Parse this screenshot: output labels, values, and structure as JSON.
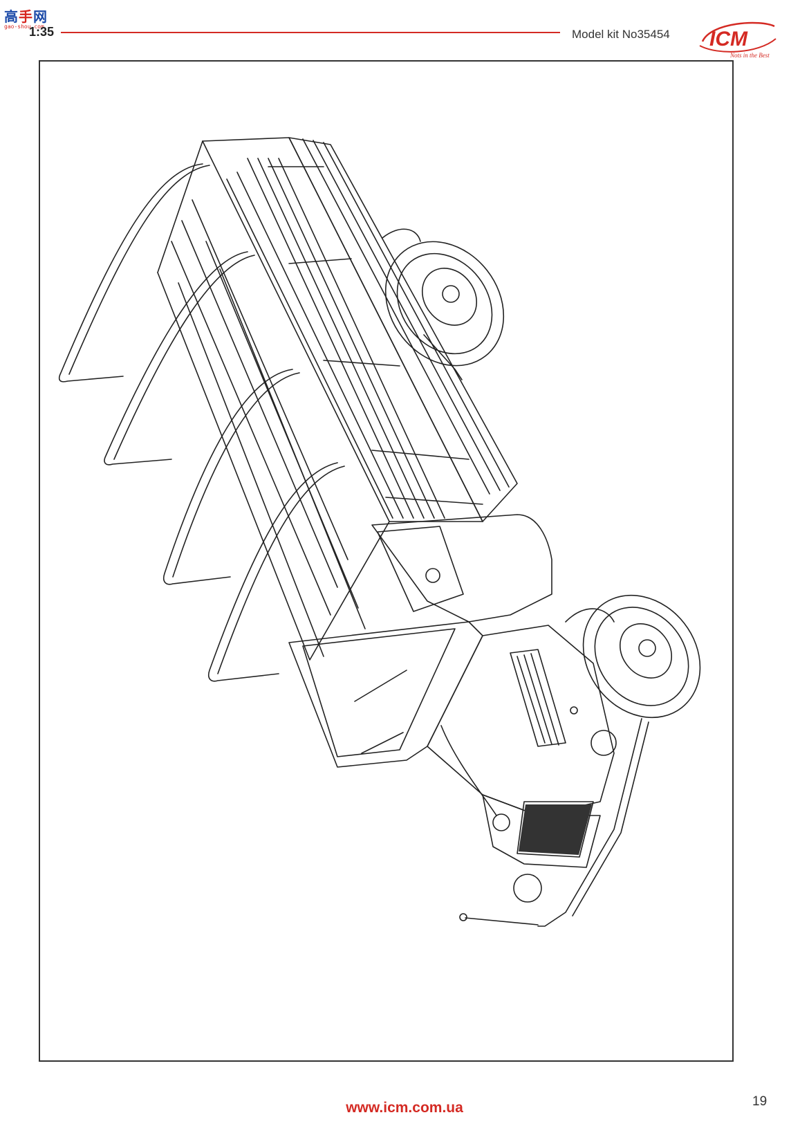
{
  "watermark": {
    "glyphs_left": "高",
    "glyphs_mid": "手",
    "glyphs_right": "网",
    "url": "gao-shou.com"
  },
  "header": {
    "scale": "1:35",
    "kit_label": "Model kit No35454"
  },
  "logo": {
    "brand": "ICM",
    "slogan": "Nots in the Best"
  },
  "footer": {
    "page_number": "19",
    "website": "www.icm.com.ua"
  },
  "colors": {
    "accent": "#d42a23",
    "line": "#222222"
  }
}
